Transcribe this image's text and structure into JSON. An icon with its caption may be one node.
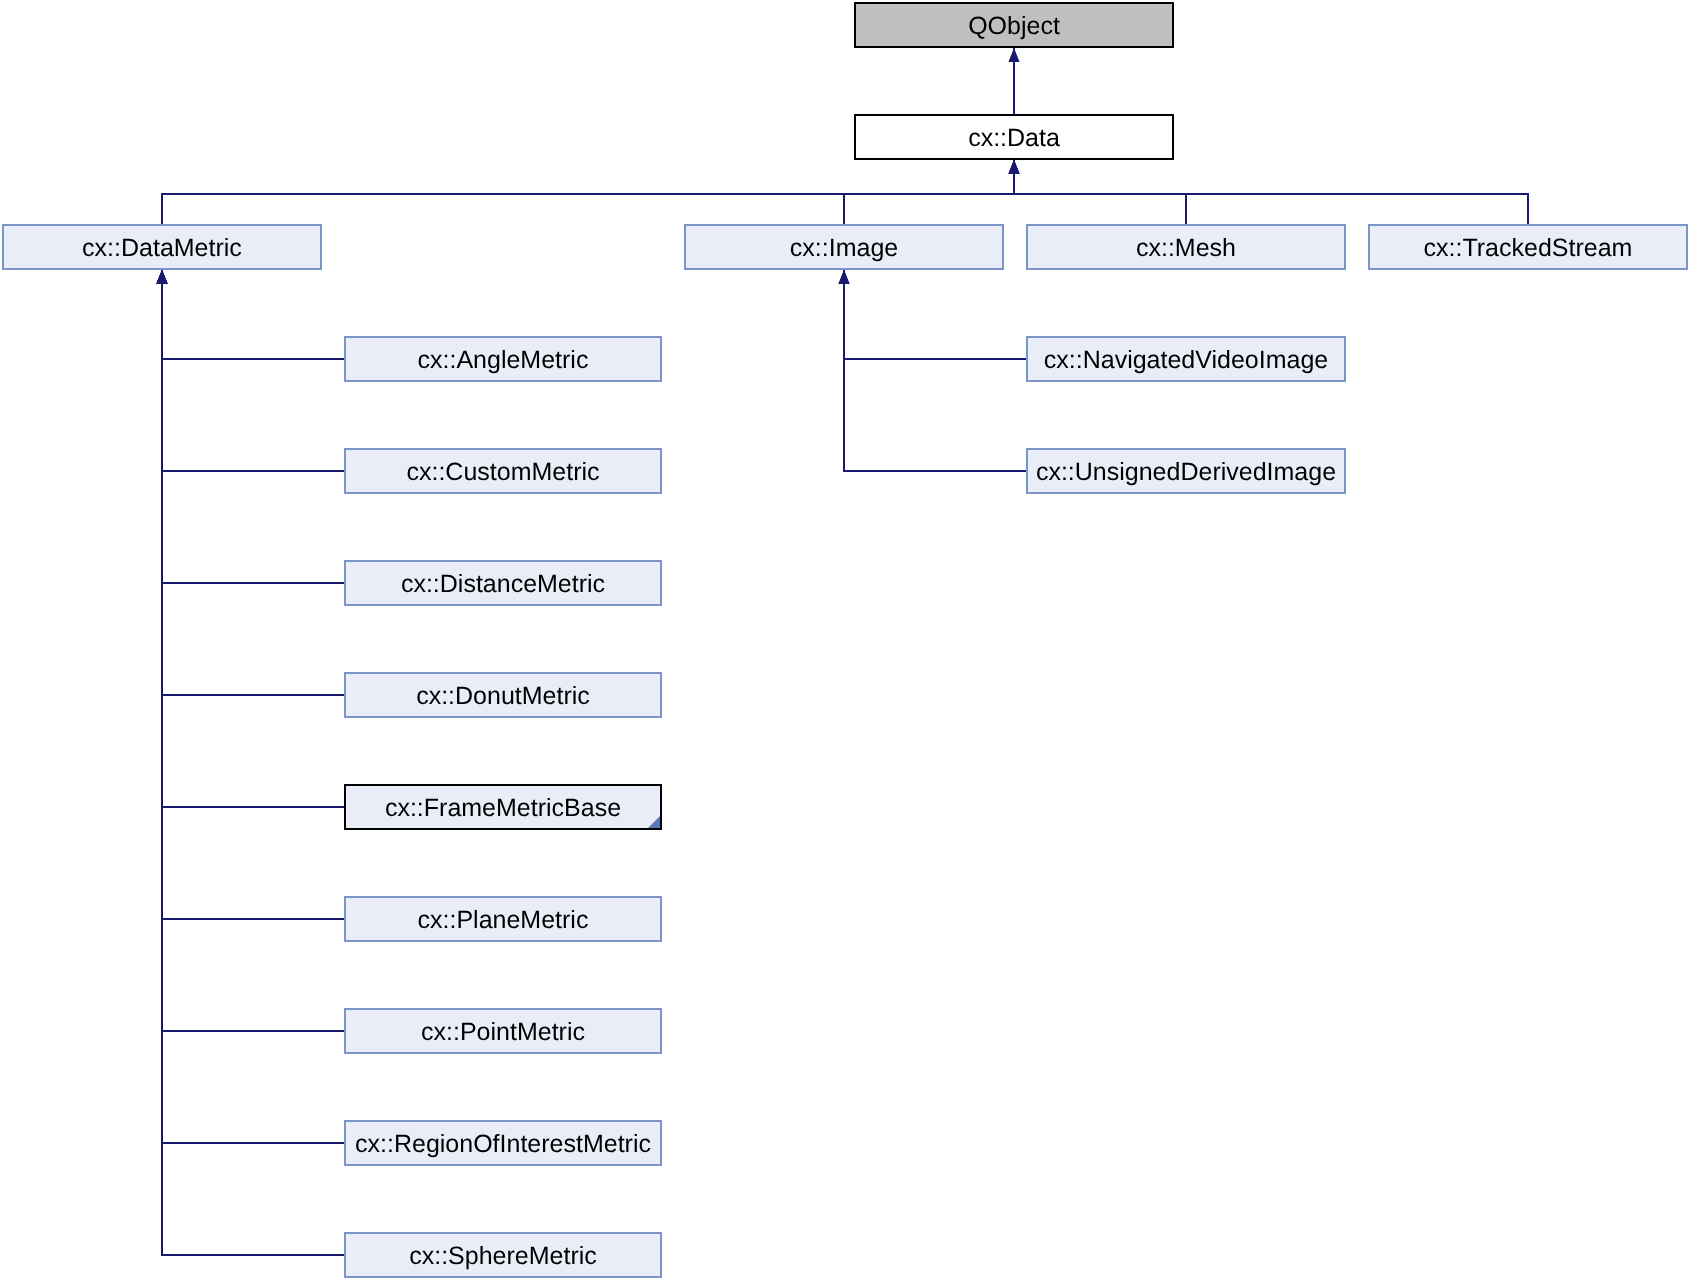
{
  "diagram": {
    "nodes": [
      {
        "text": [
          "QObject"
        ]
      },
      {
        "text": [
          "cx::Data"
        ]
      },
      {
        "text": [
          "cx::DataMetric"
        ]
      },
      {
        "text": [
          "cx::Image"
        ]
      },
      {
        "text": [
          "cx::Mesh"
        ]
      },
      {
        "text": [
          "cx::TrackedStream"
        ]
      },
      {
        "text": [
          "cx::AngleMetric"
        ]
      },
      {
        "text": [
          "cx::NavigatedVideoImage"
        ]
      },
      {
        "text": [
          "cx::CustomMetric"
        ]
      },
      {
        "text": [
          "cx::UnsignedDerivedImage"
        ]
      },
      {
        "text": [
          "cx::DistanceMetric"
        ]
      },
      {
        "text": [
          "cx::DonutMetric"
        ]
      },
      {
        "text": [
          "cx::FrameMetricBase"
        ]
      },
      {
        "text": [
          "cx::PlaneMetric"
        ]
      },
      {
        "text": [
          "cx::PointMetric"
        ]
      },
      {
        "text": [
          "cx::RegionOfInterestMetric"
        ]
      },
      {
        "text": [
          "cx::SphereMetric"
        ]
      }
    ],
    "edges": [
      {
        "from": 1,
        "to": 0,
        "arrow": "to"
      },
      {
        "from": 2,
        "to": 1,
        "arrow": "to"
      },
      {
        "from": 3,
        "to": 1,
        "arrow": "to"
      },
      {
        "from": 4,
        "to": 1,
        "arrow": "to"
      },
      {
        "from": 5,
        "to": 1,
        "arrow": "to"
      },
      {
        "from": 6,
        "to": 2,
        "arrow": "to"
      },
      {
        "from": 8,
        "to": 2,
        "arrow": "to"
      },
      {
        "from": 10,
        "to": 2,
        "arrow": "to"
      },
      {
        "from": 11,
        "to": 2,
        "arrow": "to"
      },
      {
        "from": 12,
        "to": 2,
        "arrow": "to"
      },
      {
        "from": 13,
        "to": 2,
        "arrow": "to"
      },
      {
        "from": 14,
        "to": 2,
        "arrow": "to"
      },
      {
        "from": 15,
        "to": 2,
        "arrow": "to"
      },
      {
        "from": 16,
        "to": 2,
        "arrow": "to"
      },
      {
        "from": 7,
        "to": 3,
        "arrow": "to"
      },
      {
        "from": 9,
        "to": 3,
        "arrow": "to"
      }
    ]
  }
}
